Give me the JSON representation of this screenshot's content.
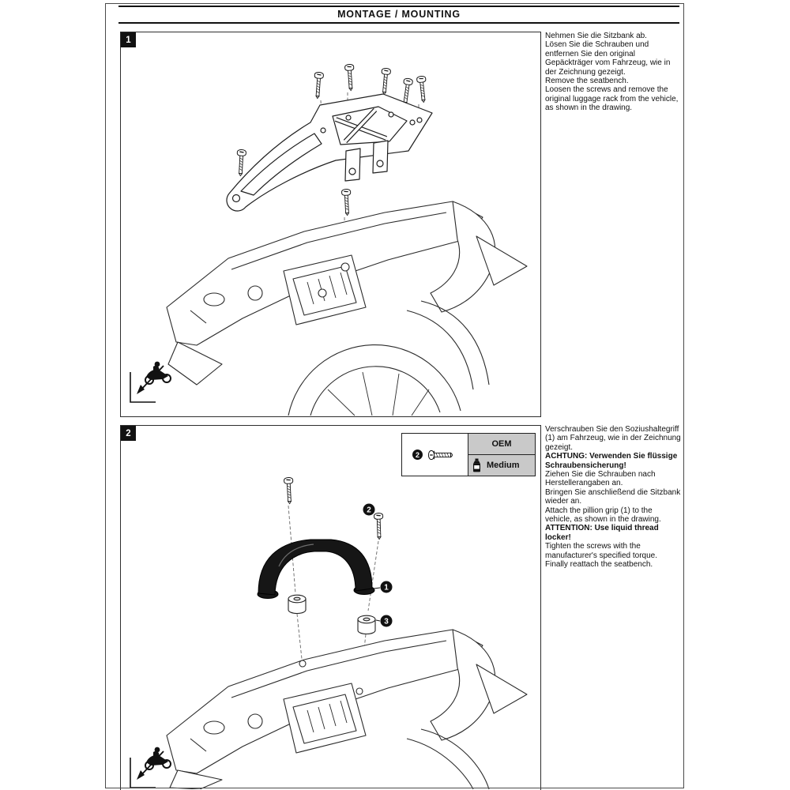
{
  "header": {
    "title": "MONTAGE / MOUNTING"
  },
  "step1": {
    "badge": "1",
    "de": {
      "p1": "Nehmen Sie die Sitzbank ab.",
      "p2": "Lösen Sie die Schrauben und entfernen Sie den original Gepäckträger vom Fahrzeug, wie in der Zeichnung gezeigt."
    },
    "en": {
      "p1": "Remove the seatbench.",
      "p2": "Loosen the screws and remove the original luggage rack from the vehicle, as shown in the drawing."
    },
    "icons": {
      "drawing": "exploded-luggage-rack-removal-diagram",
      "direction": "motorcycle-direction-icon",
      "fasteners": "screw-icon"
    }
  },
  "step2": {
    "badge": "2",
    "table": {
      "part_number": "2",
      "oem_label": "OEM",
      "threadlocker_label": "Medium",
      "icons": {
        "fastener": "screw-icon",
        "bottle": "threadlocker-bottle-icon"
      }
    },
    "callouts": {
      "c1": "1",
      "c2": "2",
      "c3": "3"
    },
    "de": {
      "p1": "Verschrauben Sie den Soziushalte­griff (1) am Fahrzeug, wie in der Zeichnung gezeigt.",
      "p2": "ACHTUNG: Verwenden Sie flüssige Schraubensicherung!",
      "p3": "Ziehen Sie die Schrauben nach Herstellerangaben an.",
      "p4": "Bringen Sie anschließend die Sitzbank wieder an."
    },
    "en": {
      "p1": "Attach the pillion grip (1) to the vehicle, as shown in the drawing.",
      "p2": "ATTENTION: Use liquid thread locker!",
      "p3": "Tighten the screws with the manufacturer's specified torque.",
      "p4": "Finally reattach the seatbench."
    },
    "icons": {
      "drawing": "pillion-grip-installation-diagram",
      "direction": "motorcycle-direction-icon"
    }
  }
}
